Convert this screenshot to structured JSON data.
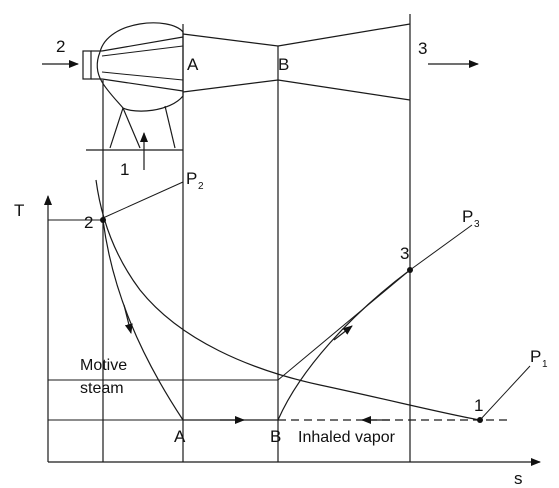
{
  "labels": {
    "inlet_number": "2",
    "outlet_number": "3",
    "suction_number": "1",
    "section_a_top": "A",
    "section_b_top": "B",
    "p2_main": "P",
    "p2_sub": "2",
    "p3_main": "P",
    "p3_sub": "3",
    "p1_main": "P",
    "p1_sub": "1",
    "t_axis": "T",
    "s_axis": "s",
    "state_2": "2",
    "state_3": "3",
    "state_1": "1",
    "state_a": "A",
    "state_b": "B",
    "motive_line1": "Motive",
    "motive_line2": "steam",
    "inhaled_vapor": "Inhaled vapor"
  }
}
